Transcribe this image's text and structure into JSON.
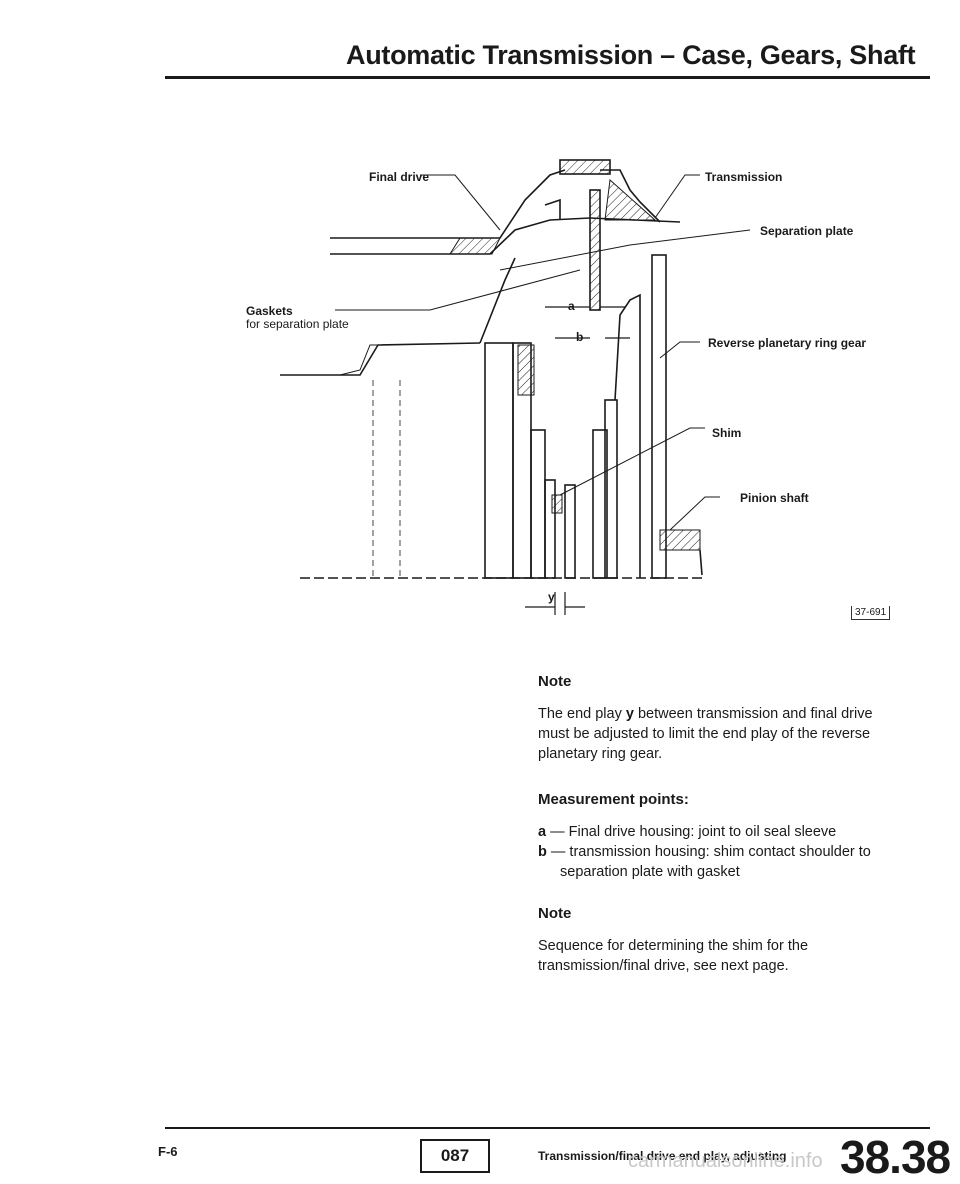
{
  "header": {
    "title": "Automatic Transmission – Case, Gears, Shaft"
  },
  "figure": {
    "labels": {
      "final_drive": "Final drive",
      "transmission": "Transmission",
      "separation_plate": "Separation plate",
      "gaskets": "Gaskets",
      "gaskets_sub": "for separation plate",
      "reverse_ring_gear": "Reverse planetary ring gear",
      "shim": "Shim",
      "pinion_shaft": "Pinion shaft",
      "dim_a": "a",
      "dim_b": "b",
      "dim_y": "y"
    },
    "ref": "37-691"
  },
  "note1": {
    "heading": "Note",
    "text": "The end play y between transmission and final drive must be adjusted to limit the end play of the reverse planetary ring gear.",
    "text_pre": "The end play ",
    "text_bold": "y",
    "text_post": " between transmission and final drive must be adjusted to limit the end play of the reverse planetary ring gear."
  },
  "measurement": {
    "heading": "Measurement points:",
    "items": [
      {
        "key": "a",
        "text": "Final drive housing: joint to oil seal sleeve"
      },
      {
        "key": "b",
        "text": "transmission housing: shim contact shoulder to separation plate with gasket"
      }
    ]
  },
  "note2": {
    "heading": "Note",
    "text": "Sequence for determining the shim for the transmission/final drive, see next page."
  },
  "footer": {
    "page_code": "F-6",
    "page_number": "087",
    "caption": "Transmission/final drive end play, adjusting",
    "section": "38.38",
    "watermark": "carmanualsonline.info"
  }
}
